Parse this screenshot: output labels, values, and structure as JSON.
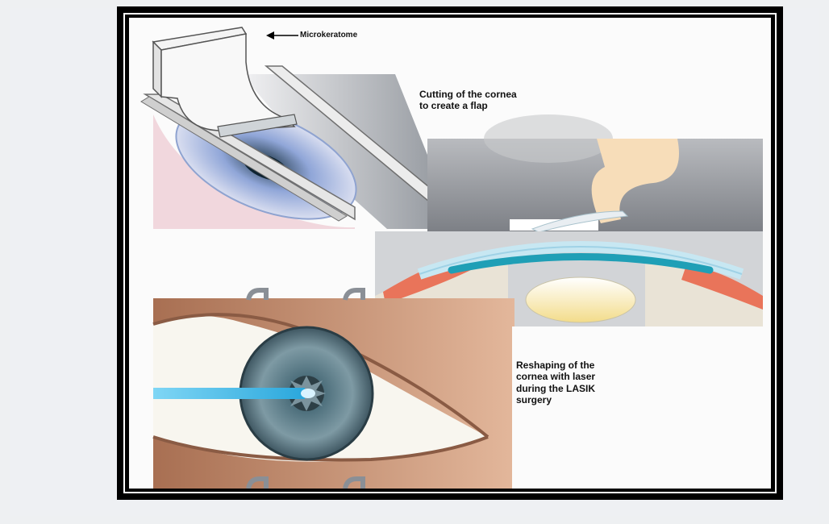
{
  "diagram": {
    "labels": {
      "microkeratome": "Microkeratome",
      "cutting": "Cutting of the cornea\nto create a flap",
      "reshaping": "Reshaping of the\ncornea with laser\nduring the LASIK\nsurgery"
    },
    "colors": {
      "frame": "#000000",
      "laser": "#5bc4ef",
      "iris": "#4a6f7e",
      "cornea_blue": "#1f9fb6",
      "flesh": "#e9b98f",
      "sclera": "#f6f3ea",
      "skin": "#c99674"
    }
  }
}
